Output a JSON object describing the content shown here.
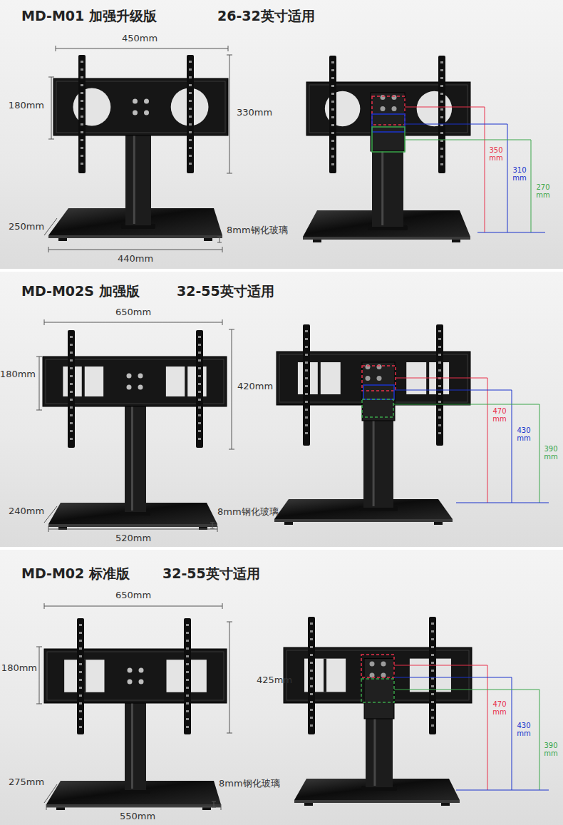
{
  "diagram": {
    "nodes": [
      {
        "text": [
          "MD-M01 加强升级版",
          "26-32英寸适用"
        ]
      },
      {
        "text": [
          "MD-M02S 加强版",
          "32-55英寸适用"
        ]
      },
      {
        "text": [
          "MD-M02 标准版",
          "32-55英寸适用"
        ]
      }
    ],
    "labels": [
      "450mm",
      "180mm",
      "330mm",
      "250mm",
      "8mm钢化玻璃",
      "440mm",
      "350 mm",
      "310 mm",
      "270 mm",
      "650mm",
      "180mm",
      "420mm",
      "240mm",
      "8mm钢化玻璃",
      "520mm",
      "470 mm",
      "430 mm",
      "390 mm",
      "650mm",
      "180mm",
      "425mm",
      "275mm",
      "8mm钢化玻璃",
      "550mm",
      "470 mm",
      "430 mm",
      "390 mm"
    ]
  }
}
